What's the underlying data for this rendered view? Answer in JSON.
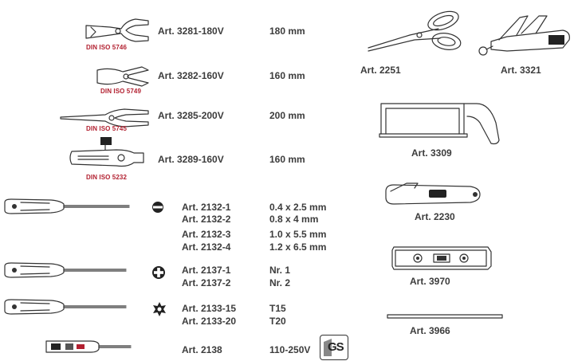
{
  "pliers": [
    {
      "art": "Art. 3281-180V",
      "size": "180 mm",
      "din": "DIN ISO 5746"
    },
    {
      "art": "Art. 3282-160V",
      "size": "160 mm",
      "din": "DIN ISO 5749"
    },
    {
      "art": "Art. 3285-200V",
      "size": "200 mm",
      "din": "DIN ISO 5745"
    },
    {
      "art": "Art. 3289-160V",
      "size": "160 mm",
      "din": "DIN ISO 5232"
    }
  ],
  "slotted_screwdrivers": [
    {
      "art": "Art. 2132-1",
      "size": "0.4 x 2.5 mm"
    },
    {
      "art": "Art. 2132-2",
      "size": "0.8 x 4 mm"
    },
    {
      "art": "Art. 2132-3",
      "size": "1.0 x 5.5 mm"
    },
    {
      "art": "Art. 2132-4",
      "size": "1.2 x 6.5 mm"
    }
  ],
  "phillips_screwdrivers": [
    {
      "art": "Art. 2137-1",
      "size": "Nr. 1"
    },
    {
      "art": "Art. 2137-2",
      "size": "Nr. 2"
    }
  ],
  "torx_screwdrivers": [
    {
      "art": "Art. 2133-15",
      "size": "T15"
    },
    {
      "art": "Art. 2133-20",
      "size": "T20"
    }
  ],
  "voltage_tester": {
    "art": "Art. 2138",
    "size": "110-250V",
    "badge": "GS"
  },
  "right_tools": {
    "scissors": "Art. 2251",
    "knife": "Art. 3321",
    "hacksaw": "Art. 3309",
    "stripper": "Art. 2230",
    "level": "Art. 3970",
    "blade": "Art. 3966"
  }
}
